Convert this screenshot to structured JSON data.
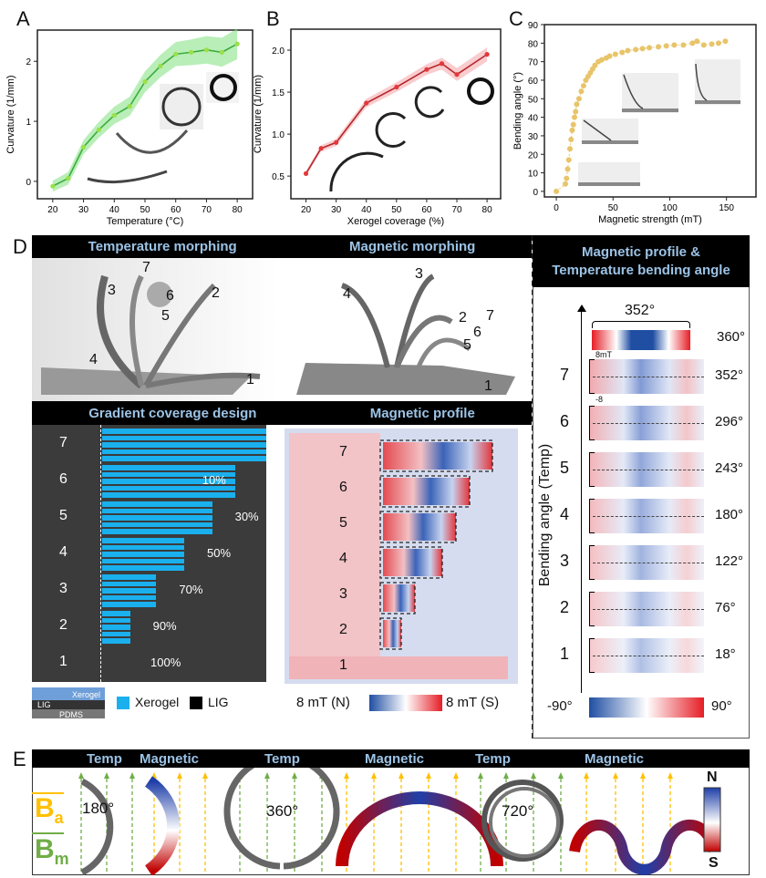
{
  "panels": {
    "a": "A",
    "b": "B",
    "c": "C",
    "d": "D",
    "e": "E"
  },
  "chart_data": [
    {
      "type": "line",
      "panel": "A",
      "xlabel": "Temperature (°C)",
      "ylabel": "Curvature (1/mm)",
      "x": [
        20,
        25,
        30,
        35,
        40,
        45,
        50,
        55,
        60,
        65,
        70,
        75,
        80
      ],
      "values": [
        -0.08,
        0.05,
        0.57,
        0.86,
        1.1,
        1.25,
        1.66,
        1.92,
        2.12,
        2.15,
        2.19,
        2.15,
        2.29
      ],
      "band": 0.18,
      "xlim": [
        15,
        85
      ],
      "ylim": [
        -0.29,
        2.52
      ],
      "xticks": [
        20,
        30,
        40,
        50,
        60,
        70,
        80
      ],
      "yticks": [
        0,
        1,
        2
      ],
      "color": "#3cae3c",
      "marker": "#9be04a",
      "band_color": "#7fe07f",
      "grid": false
    },
    {
      "type": "line",
      "panel": "B",
      "xlabel": "Xerogel coverage (%)",
      "ylabel": "Curvature (1/mm)",
      "x": [
        20,
        25,
        30,
        40,
        50,
        60,
        65,
        70,
        80
      ],
      "values": [
        0.53,
        0.83,
        0.9,
        1.37,
        1.56,
        1.77,
        1.84,
        1.71,
        1.95
      ],
      "band": 0.06,
      "xlim": [
        15,
        84.5
      ],
      "ylim": [
        0.23,
        2.25
      ],
      "xticks": [
        20,
        30,
        40,
        50,
        60,
        70,
        80
      ],
      "yticks": [
        "0.5",
        "1.0",
        "1.5",
        "2.0"
      ],
      "color": "#b5262b",
      "marker": "#e3393c",
      "band_color": "#f4a3a5",
      "grid": false
    },
    {
      "type": "scatter",
      "panel": "C",
      "xlabel": "Magnetic strength (mT)",
      "ylabel": "Bending angle (°)",
      "x": [
        0,
        8,
        9,
        10,
        11,
        12,
        13,
        14,
        15,
        16,
        17,
        18,
        20,
        22,
        24,
        26,
        28,
        30,
        32,
        34,
        37,
        40,
        44,
        47,
        52,
        58,
        63,
        70,
        76,
        82,
        90,
        97,
        104,
        112,
        120,
        124,
        130,
        137,
        143,
        149
      ],
      "values": [
        0,
        4,
        7,
        12,
        17,
        23,
        28,
        33,
        36,
        40,
        43,
        47,
        50,
        54,
        57,
        60,
        62,
        64,
        66,
        68,
        70,
        71,
        72,
        73,
        74,
        75,
        76,
        76.5,
        77,
        77.5,
        78,
        78.5,
        79,
        79,
        80,
        81,
        79,
        79.5,
        80,
        81
      ],
      "xlim": [
        -10.5,
        176
      ],
      "ylim": [
        -3,
        90
      ],
      "xticks": [
        0,
        50,
        100,
        150
      ],
      "yticks": [
        0,
        10,
        20,
        30,
        40,
        50,
        60,
        70,
        80,
        90
      ],
      "color": "#e8c46a",
      "grid": false
    }
  ],
  "d": {
    "titles": {
      "temp_morph": "Temperature morphing",
      "mag_morph": "Magnetic morphing",
      "gradient": "Gradient coverage design",
      "mag_profile": "Magnetic profile",
      "right_1": "Magnetic profile &",
      "right_2": "Temperature  bending angle"
    },
    "temp_labels": [
      "1",
      "2",
      "3",
      "4",
      "5",
      "6",
      "7"
    ],
    "mag_labels": [
      "1",
      "2",
      "3",
      "4",
      "5",
      "6",
      "7"
    ],
    "gradient_rows": [
      {
        "n": "7",
        "xerogel_fraction": 1.0,
        "label": ""
      },
      {
        "n": "6",
        "xerogel_fraction": 0.81,
        "label": "10%"
      },
      {
        "n": "5",
        "xerogel_fraction": 0.67,
        "label": "30%"
      },
      {
        "n": "4",
        "xerogel_fraction": 0.5,
        "label": "50%"
      },
      {
        "n": "3",
        "xerogel_fraction": 0.33,
        "label": "70%"
      },
      {
        "n": "2",
        "xerogel_fraction": 0.17,
        "label": "90%"
      },
      {
        "n": "1",
        "xerogel_fraction": 0,
        "label": "100%"
      }
    ],
    "legend": {
      "xerogel": "Xerogel",
      "lig": "LIG",
      "layer_top": "Xerogel",
      "layer_mid": "LIG",
      "layer_bottom": "PDMS",
      "xerogel_color": "#1ab0ee",
      "lig_color": "#000000"
    },
    "profile_labels": [
      "7",
      "6",
      "5",
      "4",
      "3",
      "2",
      "1"
    ],
    "colorbar": {
      "left": "8 mT (N)",
      "right": "8 mT (S)",
      "n_color": "#1f4ea3",
      "s_color": "#e51d25"
    },
    "right": {
      "brace_label": "352°",
      "top_angle": "360°",
      "scale_top": "8mT",
      "scale_bottom": "-8",
      "ylabel": "Bending angle (Temp)",
      "rows": [
        {
          "n": "7",
          "angle": "352°"
        },
        {
          "n": "6",
          "angle": "296°"
        },
        {
          "n": "5",
          "angle": "243°"
        },
        {
          "n": "4",
          "angle": "180°"
        },
        {
          "n": "3",
          "angle": "122°"
        },
        {
          "n": "2",
          "angle": "76°"
        },
        {
          "n": "1",
          "angle": "18°"
        }
      ],
      "cb_left": "-90°",
      "cb_right": "90°"
    }
  },
  "e": {
    "headers": [
      "Temp",
      "Magnetic",
      "Temp",
      "Magnetic",
      "Temp",
      "Magnetic"
    ],
    "ba": "B",
    "ba_sub": "a",
    "bm": "B",
    "bm_sub": "m",
    "angles": [
      "180°",
      "360°",
      "720°"
    ],
    "n": "N",
    "s": "S",
    "ba_color": "#ffc000",
    "bm_color": "#70ad47"
  }
}
